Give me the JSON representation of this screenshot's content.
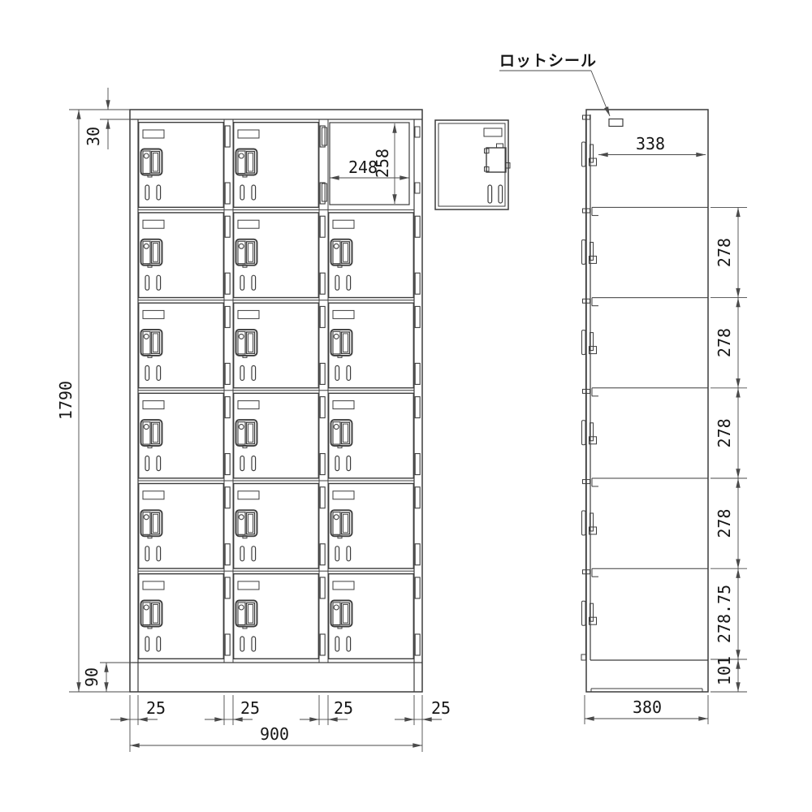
{
  "colors": {
    "line": "#3c3c3c",
    "text": "#161616",
    "background": "#ffffff"
  },
  "callout": {
    "lot_seal_label": "ロットシール"
  },
  "front_view": {
    "total_height": "1790",
    "top_rail": "30",
    "base_height": "90",
    "column_gap": "25",
    "total_width": "900",
    "opening_width": "248",
    "opening_height": "258"
  },
  "side_view": {
    "inner_depth": "338",
    "row_pitch": "278",
    "bottom_row_pitch": "278.75",
    "base_height": "101",
    "total_depth": "380"
  }
}
